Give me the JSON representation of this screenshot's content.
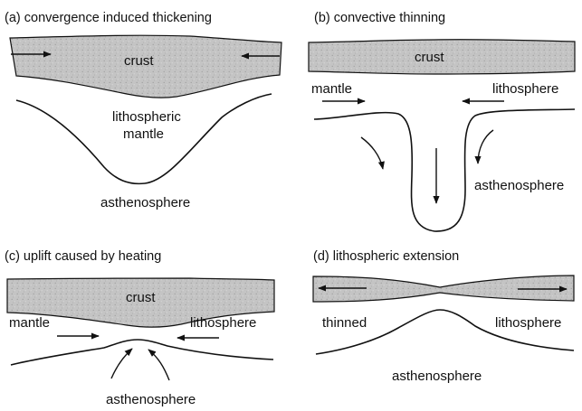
{
  "panels": {
    "a": {
      "title": "(a)  convergence induced thickening",
      "crust": "crust",
      "lithospheric": "lithospheric",
      "mantle": "mantle",
      "asthenosphere": "asthenosphere"
    },
    "b": {
      "title": "(b)  convective thinning",
      "crust": "crust",
      "mantle": "mantle",
      "lithosphere": "lithosphere",
      "asthenosphere": "asthenosphere"
    },
    "c": {
      "title": "(c)  uplift caused by heating",
      "crust": "crust",
      "mantle": "mantle",
      "lithosphere": "lithosphere",
      "asthenosphere": "asthenosphere"
    },
    "d": {
      "title": "(d)  lithospheric  extension",
      "thinned": "thinned",
      "lithosphere": "lithosphere",
      "asthenosphere": "asthenosphere"
    }
  },
  "colors": {
    "crust_fill": "#c4c4c4",
    "ink": "#111111"
  }
}
